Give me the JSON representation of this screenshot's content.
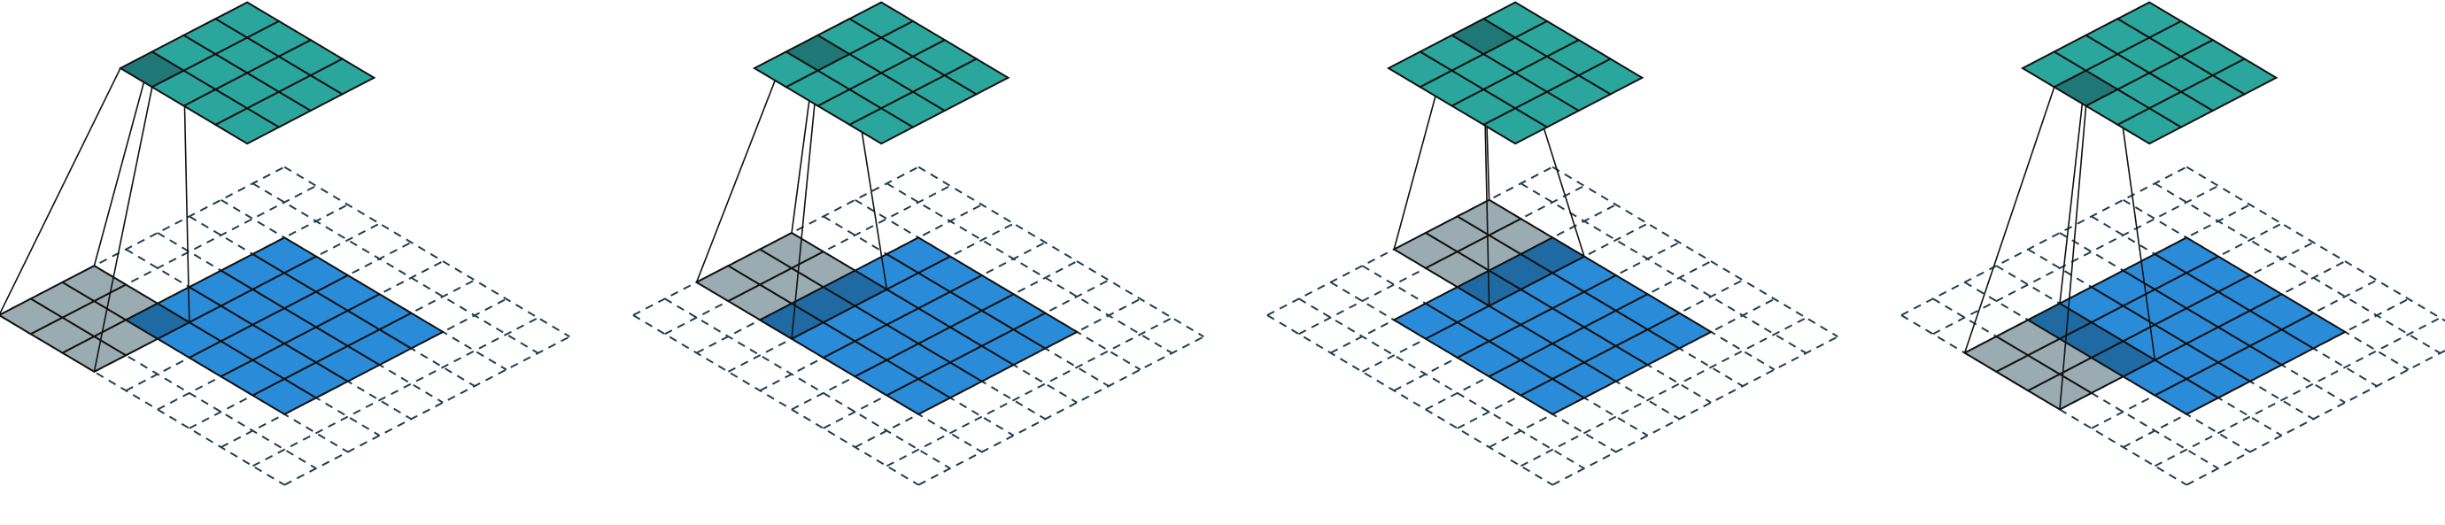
{
  "figure": {
    "description_free": true,
    "colors": {
      "input": "#2a8bd8",
      "input_outline": "#111111",
      "padding_dashed": "#1e3f52",
      "kernel_window": "#9aabb1",
      "kernel_window_overlap": "#1f6aa3",
      "output": "#2aa69c",
      "output_highlight": "#1f7876",
      "projection_line": "#111111"
    },
    "panels": [
      {
        "input_size": 5,
        "padding": 2,
        "kernel_size": 3,
        "stride": 2,
        "output_size": 4,
        "kernel_position": [
          0,
          0
        ],
        "highlighted_output_cell": [
          0,
          0
        ]
      },
      {
        "input_size": 5,
        "padding": 2,
        "kernel_size": 3,
        "stride": 2,
        "output_size": 4,
        "kernel_position": [
          0,
          2
        ],
        "highlighted_output_cell": [
          0,
          1
        ]
      },
      {
        "input_size": 5,
        "padding": 2,
        "kernel_size": 3,
        "stride": 2,
        "output_size": 4,
        "kernel_position": [
          0,
          4
        ],
        "highlighted_output_cell": [
          0,
          2
        ]
      },
      {
        "input_size": 5,
        "padding": 2,
        "kernel_size": 3,
        "stride": 2,
        "output_size": 4,
        "kernel_position": [
          2,
          0
        ],
        "highlighted_output_cell": [
          1,
          0
        ]
      }
    ]
  }
}
